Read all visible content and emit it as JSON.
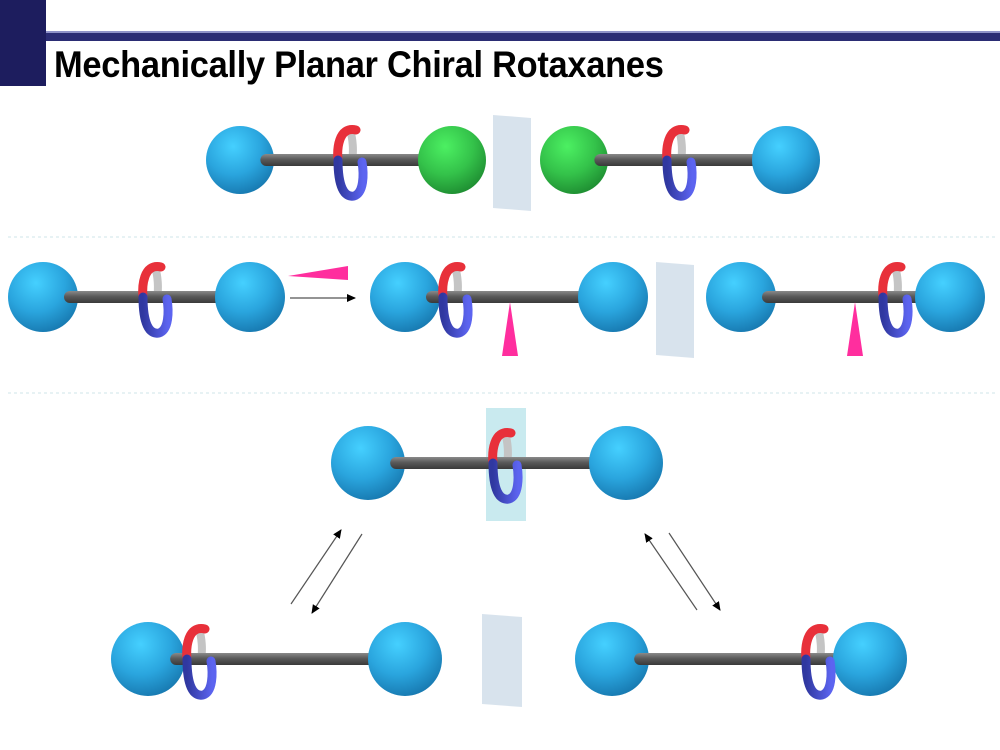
{
  "slide": {
    "title": "Mechanically Planar Chiral Rotaxanes"
  },
  "colors": {
    "header_bar": "#2b2d74",
    "sidebar": "#1d1d5e",
    "stopper_blue": "#2ea6e0",
    "stopper_green": "#36c24a",
    "axle": "#5a5a5a",
    "ring_red": "#e8303a",
    "ring_blue": "#4a52c8",
    "ring_grey": "#c4c4c4",
    "mirror_plane": "#d6e2ec",
    "symmetry_plane": "#bfe6ec",
    "wedge": "#ff2e9e",
    "divider": "#cfe6ea"
  },
  "rows": [
    {
      "name": "mirror-image-pair-green",
      "description": "Enantiomeric pair with one blue and one green stopper, separated by mirror plane",
      "molecules": [
        {
          "left_stopper": "blue",
          "right_stopper": "green",
          "ring_position": "center"
        },
        {
          "left_stopper": "green",
          "right_stopper": "blue",
          "ring_position": "center"
        }
      ],
      "mirror_plane": true
    },
    {
      "name": "desymmetrization-by-position",
      "description": "Symmetric axle; ring displaced from center (pink wedge marks midpoint), mirror-image pair",
      "molecules": [
        {
          "left_stopper": "blue",
          "right_stopper": "blue",
          "ring_position": "center"
        },
        {
          "left_stopper": "blue",
          "right_stopper": "blue",
          "ring_position": "left",
          "center_marker": true
        },
        {
          "left_stopper": "blue",
          "right_stopper": "blue",
          "ring_position": "right",
          "center_marker": true
        }
      ],
      "arrow": "forward",
      "mirror_plane": true
    },
    {
      "name": "co-conformational-equilibrium",
      "description": "Achiral co-conformer with ring at center interconverts with two enantiomeric co-conformers",
      "molecules": [
        {
          "left_stopper": "blue",
          "right_stopper": "blue",
          "ring_position": "center",
          "symmetry_plane": true
        },
        {
          "left_stopper": "blue",
          "right_stopper": "blue",
          "ring_position": "left"
        },
        {
          "left_stopper": "blue",
          "right_stopper": "blue",
          "ring_position": "right"
        }
      ],
      "equilibria": [
        "top-to-bottom-left",
        "top-to-bottom-right"
      ],
      "mirror_plane": true
    }
  ]
}
